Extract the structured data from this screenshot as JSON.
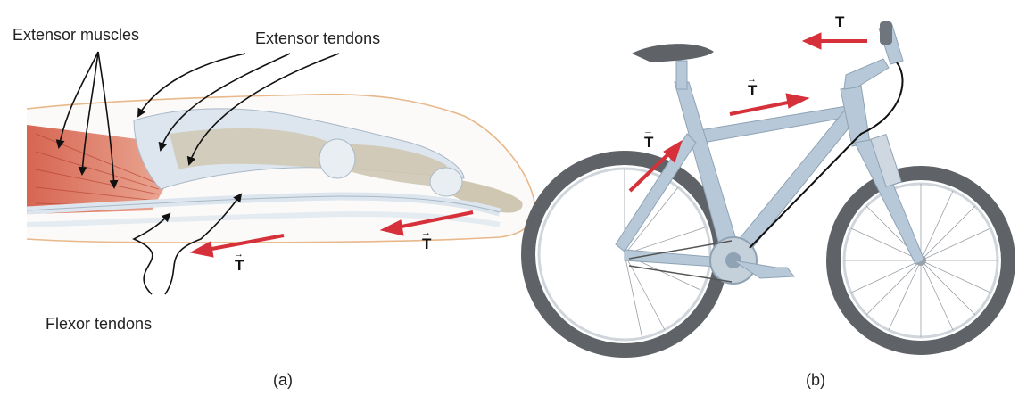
{
  "panel_a": {
    "caption": "(a)",
    "labels": {
      "extensor_muscles": "Extensor muscles",
      "extensor_tendons": "Extensor tendons",
      "flexor_tendons": "Flexor tendons"
    },
    "tension_symbol": "T"
  },
  "panel_b": {
    "caption": "(b)",
    "tension_symbol": "T"
  },
  "colors": {
    "tension_arrow": "#d6313a",
    "muscle": "#d9644f",
    "tendon": "#dde6ee",
    "bone": "#cfc7b2",
    "skin_outline": "#e8b88a",
    "bike_frame": "#b7c9d8",
    "tire": "#5f6368",
    "label_arrow": "#111111"
  },
  "arrow_symbol": "→"
}
